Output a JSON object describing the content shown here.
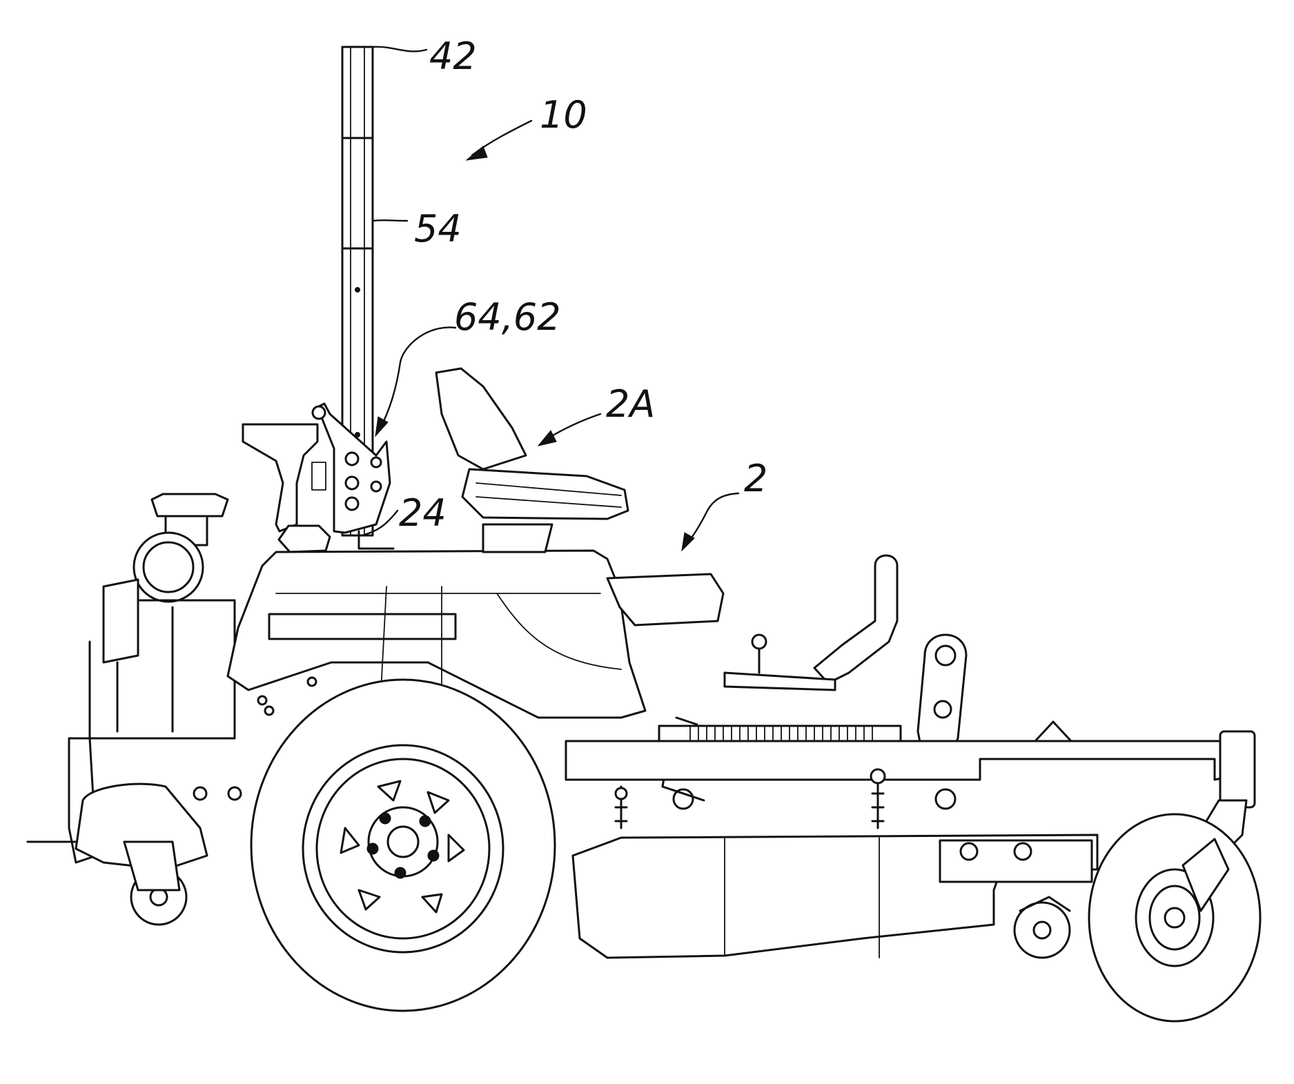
{
  "figure": {
    "reference_labels": {
      "mast": "42",
      "assembly": "10",
      "mast_tube": "54",
      "bracket": "64,62",
      "seat": "2A",
      "mower": "2",
      "mount": "24"
    }
  }
}
